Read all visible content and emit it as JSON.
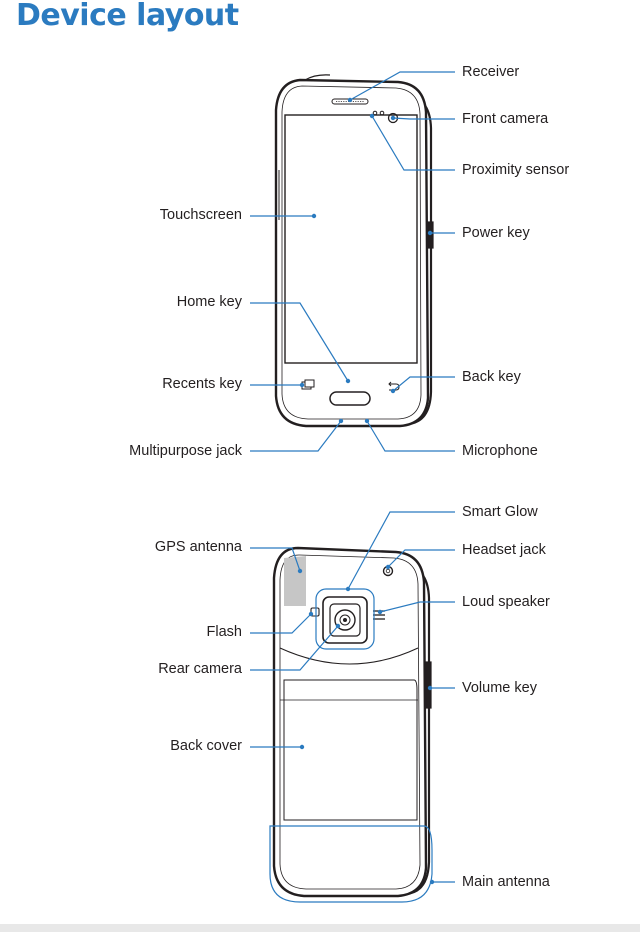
{
  "title": "Device layout",
  "accent_color": "#2b7bc0",
  "front_labels": {
    "receiver": "Receiver",
    "front_camera": "Front camera",
    "proximity_sensor": "Proximity sensor",
    "touchscreen": "Touchscreen",
    "power_key": "Power key",
    "home_key": "Home key",
    "back_key": "Back key",
    "recents_key": "Recents key",
    "multipurpose_jack": "Multipurpose jack",
    "microphone": "Microphone"
  },
  "back_labels": {
    "smart_glow": "Smart Glow",
    "gps_antenna": "GPS antenna",
    "headset_jack": "Headset jack",
    "loud_speaker": "Loud speaker",
    "flash": "Flash",
    "rear_camera": "Rear camera",
    "volume_key": "Volume key",
    "back_cover": "Back cover",
    "main_antenna": "Main antenna"
  }
}
